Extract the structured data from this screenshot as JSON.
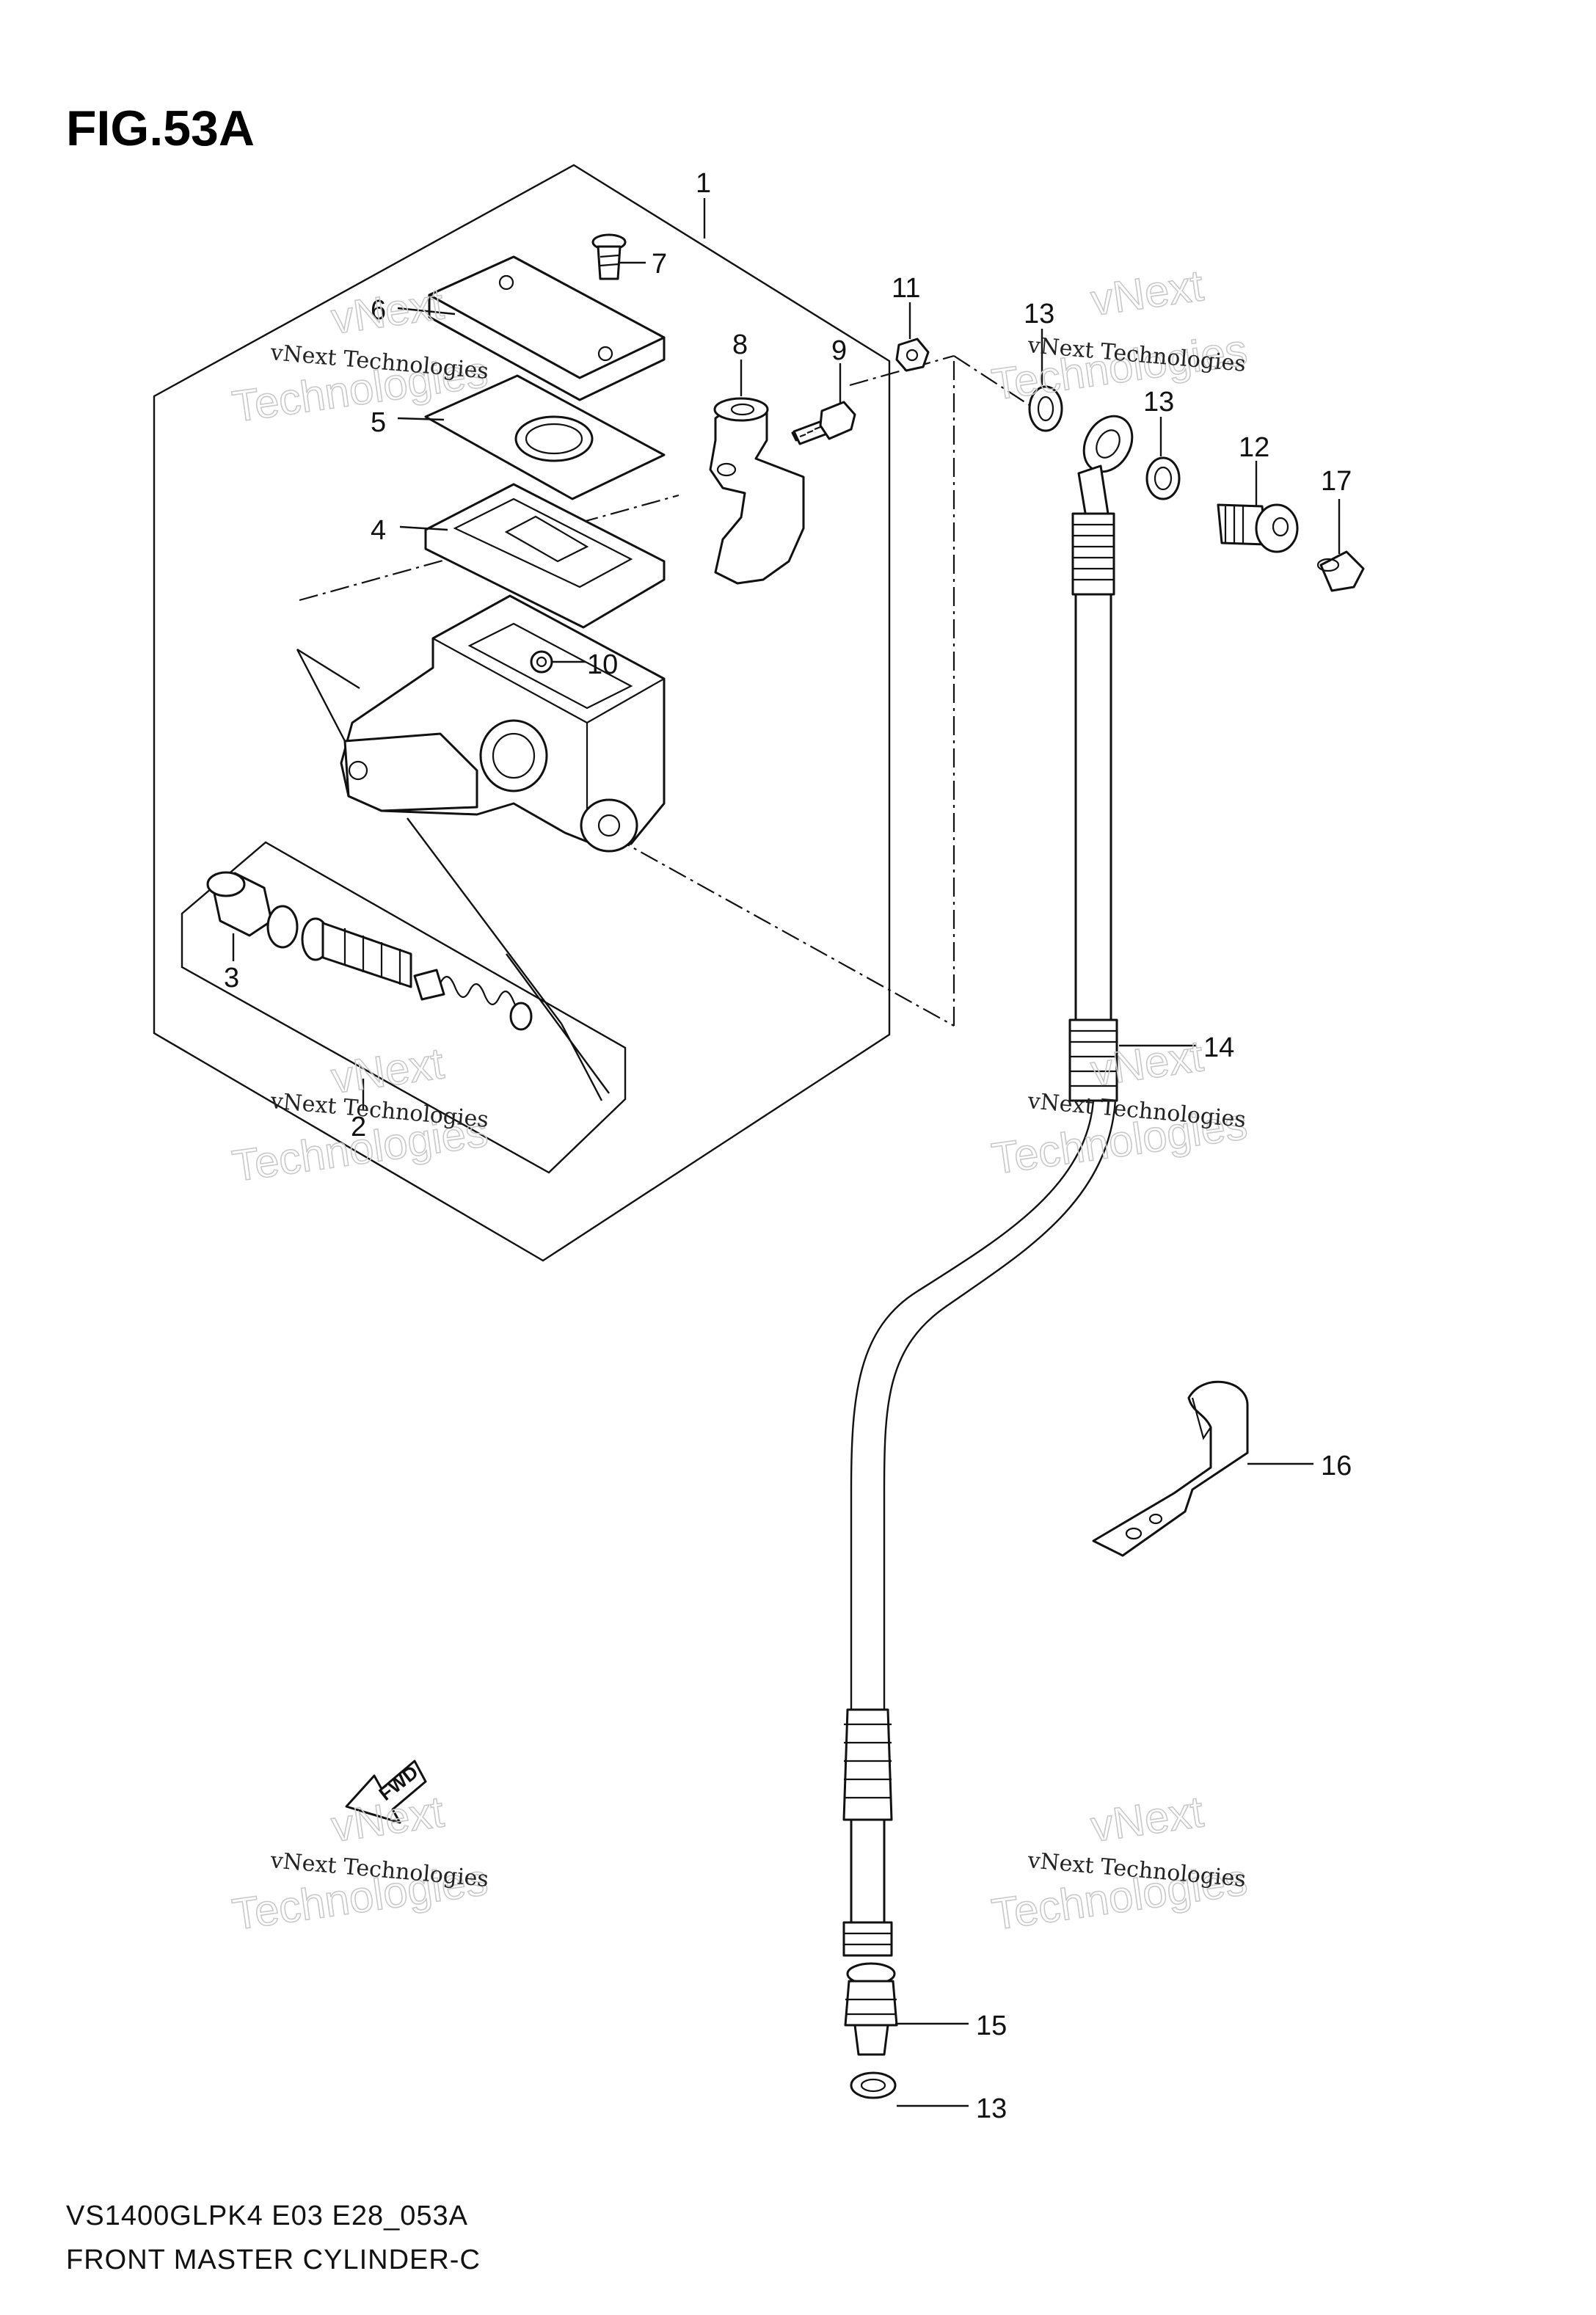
{
  "figure": {
    "title": "FIG.53A",
    "footer_line1": "VS1400GLPK4 E03 E28_053A",
    "footer_line2": "FRONT MASTER CYLINDER-C"
  },
  "watermark": {
    "line1": "vNext Technologies",
    "line2": "vNext",
    "line3": "Technologies"
  },
  "arrow": {
    "label": "FWD"
  },
  "callouts": [
    {
      "id": "1",
      "text": "1"
    },
    {
      "id": "2",
      "text": "2"
    },
    {
      "id": "3",
      "text": "3"
    },
    {
      "id": "4",
      "text": "4"
    },
    {
      "id": "5",
      "text": "5"
    },
    {
      "id": "6",
      "text": "6"
    },
    {
      "id": "7",
      "text": "7"
    },
    {
      "id": "8",
      "text": "8"
    },
    {
      "id": "9",
      "text": "9"
    },
    {
      "id": "10",
      "text": "10"
    },
    {
      "id": "11",
      "text": "11"
    },
    {
      "id": "12",
      "text": "12"
    },
    {
      "id": "13a",
      "text": "13"
    },
    {
      "id": "13b",
      "text": "13"
    },
    {
      "id": "13c",
      "text": "13"
    },
    {
      "id": "14",
      "text": "14"
    },
    {
      "id": "15",
      "text": "15"
    },
    {
      "id": "16",
      "text": "16"
    },
    {
      "id": "17",
      "text": "17"
    }
  ]
}
